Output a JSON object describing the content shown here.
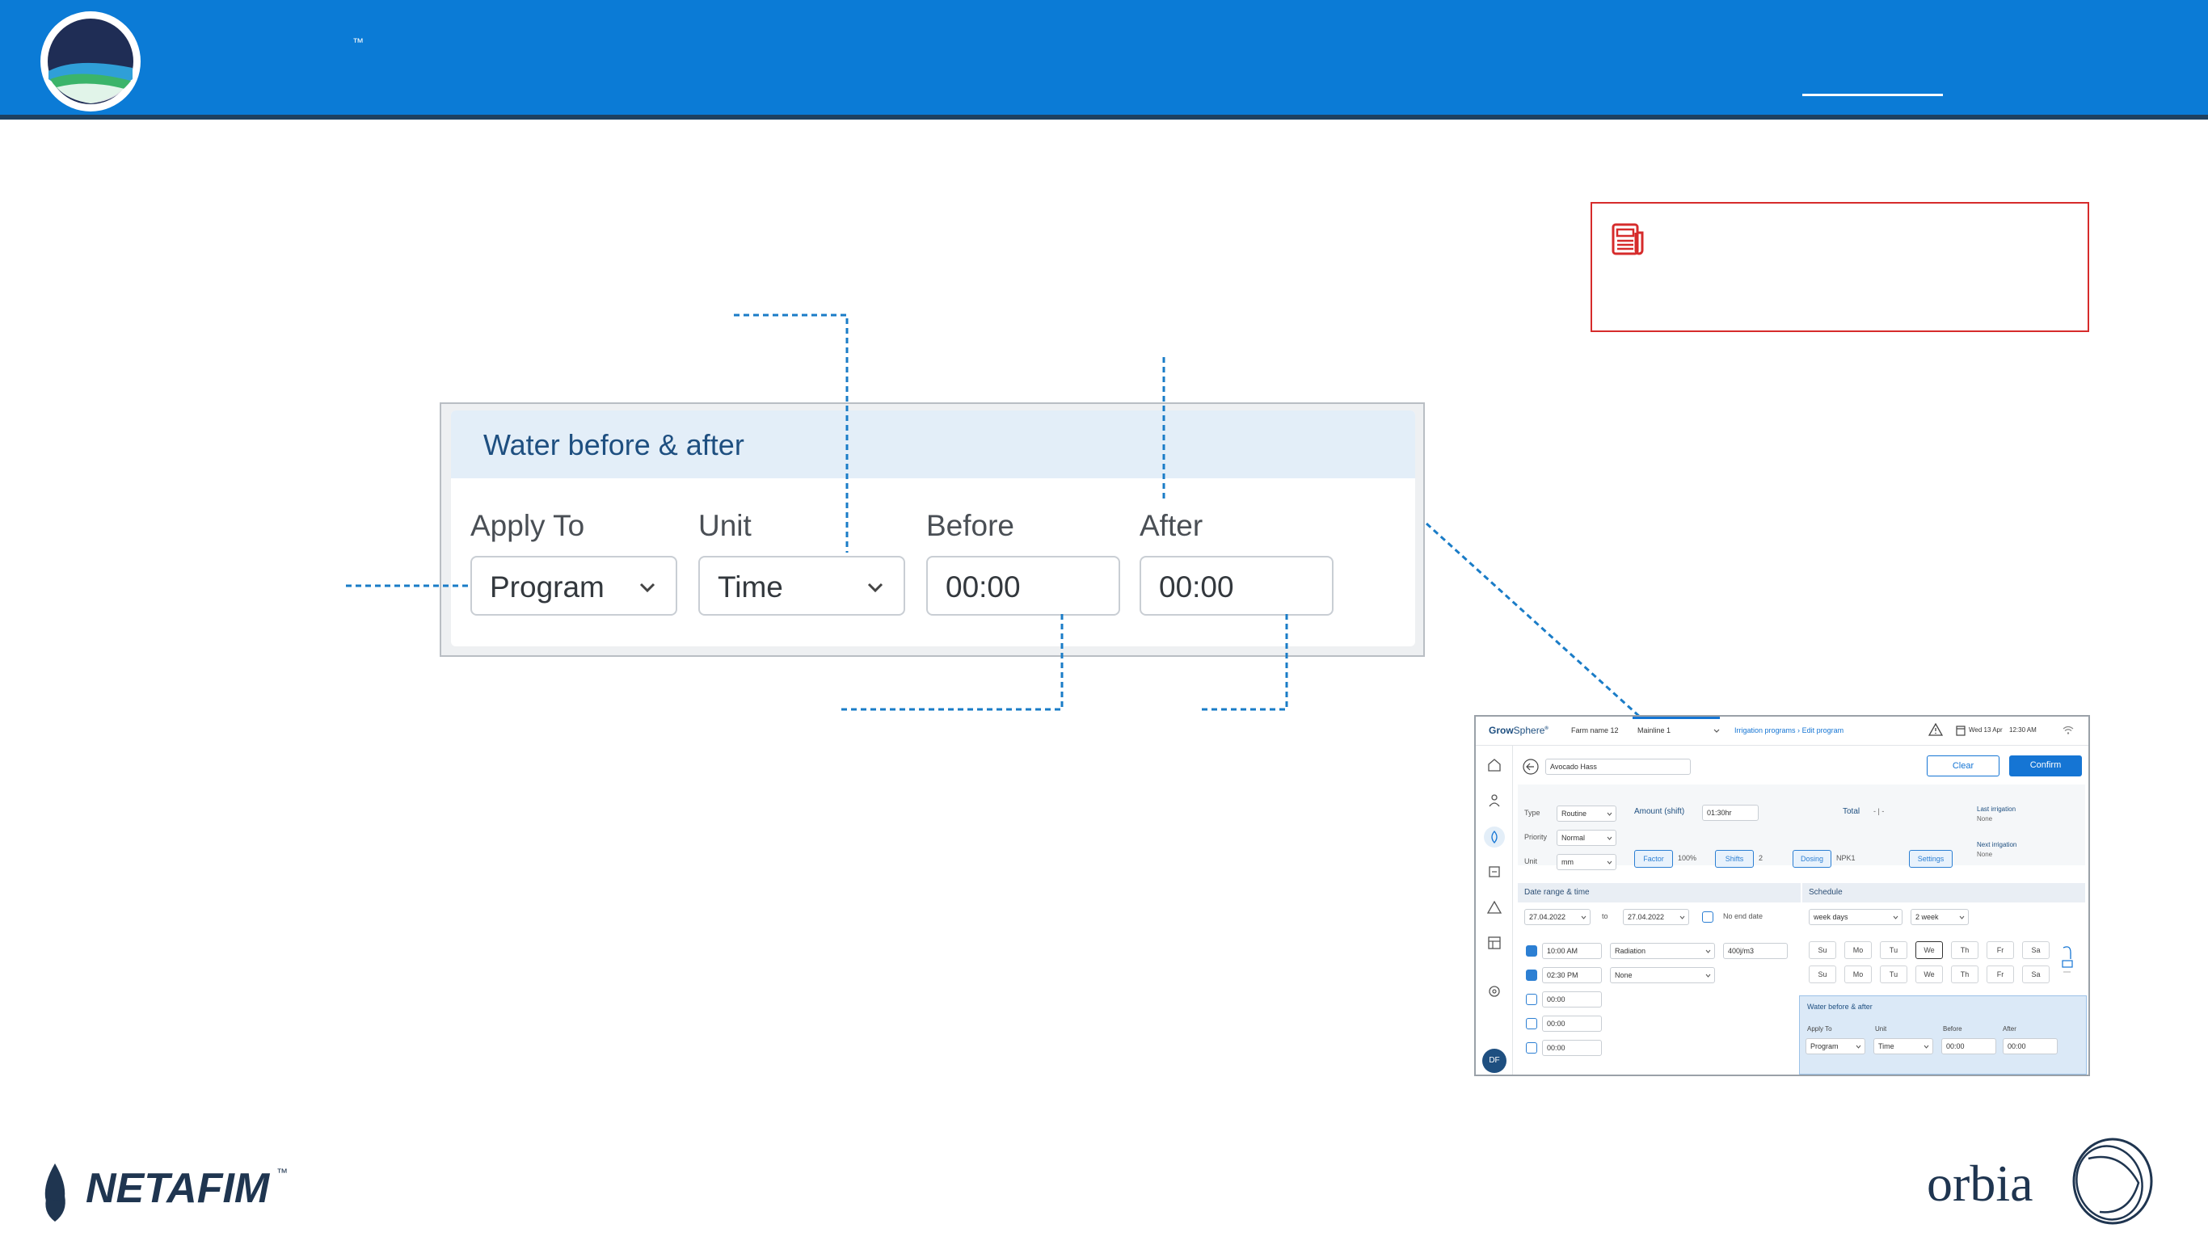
{
  "header": {
    "trademark": "™"
  },
  "zoom_panel": {
    "title": "Water before & after",
    "fields": [
      {
        "label": "Apply To",
        "value": "Program"
      },
      {
        "label": "Unit",
        "value": "Time"
      },
      {
        "label": "Before",
        "value": "00:00"
      },
      {
        "label": "After",
        "value": "00:00"
      }
    ]
  },
  "thumbnail": {
    "brand": {
      "grow": "Grow",
      "sphere": "Sphere",
      "tm": "®"
    },
    "topbar": {
      "farm": "Farm name 12",
      "mainline": "Mainline 1",
      "breadcrumb_parent": "Irrigation programs",
      "breadcrumb_sep": "›",
      "breadcrumb_current": "Edit program",
      "date": "Wed 13 Apr",
      "time": "12:30 AM"
    },
    "program_name": "Avocado Hass",
    "clear_label": "Clear",
    "confirm_label": "Confirm",
    "type": {
      "label": "Type",
      "value": "Routine"
    },
    "priority": {
      "label": "Priority",
      "value": "Normal"
    },
    "unit": {
      "label": "Unit",
      "value": "mm"
    },
    "amount": {
      "label": "Amount (shift)",
      "value": "01:30hr"
    },
    "total": {
      "label": "Total",
      "value": "-  |  -"
    },
    "last_irrigation": {
      "label": "Last irrigation",
      "value": "None"
    },
    "next_irrigation": {
      "label": "Next irrigation",
      "value": "None"
    },
    "chips": {
      "factor": "Factor",
      "factor_value": "100%",
      "shifts": "Shifts",
      "shifts_value": "2",
      "dosing": "Dosing",
      "dosing_value": "NPK1",
      "settings": "Settings"
    },
    "date_section": "Date range & time",
    "date_from": "27.04.2022",
    "to_label": "to",
    "date_to": "27.04.2022",
    "no_end_date": "No end date",
    "start_rows": [
      {
        "time": "10:00 AM",
        "condition": "Radiation",
        "extra": "400j/m3"
      },
      {
        "time": "02:30 PM",
        "condition": "None",
        "extra": ""
      },
      {
        "time": "00:00",
        "condition": "",
        "extra": ""
      },
      {
        "time": "00:00",
        "condition": "",
        "extra": ""
      },
      {
        "time": "00:00",
        "condition": "",
        "extra": ""
      }
    ],
    "schedule_section": "Schedule",
    "schedule_mode": "week days",
    "schedule_period": "2 week",
    "days": [
      "Su",
      "Mo",
      "Tu",
      "We",
      "Th",
      "Fr",
      "Sa"
    ],
    "water_section": {
      "title": "Water before & after",
      "labels": [
        "Apply To",
        "Unit",
        "Before",
        "After"
      ],
      "values": [
        "Program",
        "Time",
        "00:00",
        "00:00"
      ]
    },
    "avatar": "DF"
  },
  "footer": {
    "netafim": "NETAFIM",
    "netafim_tm": "™",
    "orbia": "orbia"
  },
  "colors": {
    "header_blue": "#0b7bd6",
    "header_border": "#1f4160",
    "callout_blue": "#1a7cc7",
    "note_red": "#d62b2b",
    "confirm_blue": "#1575d4"
  }
}
